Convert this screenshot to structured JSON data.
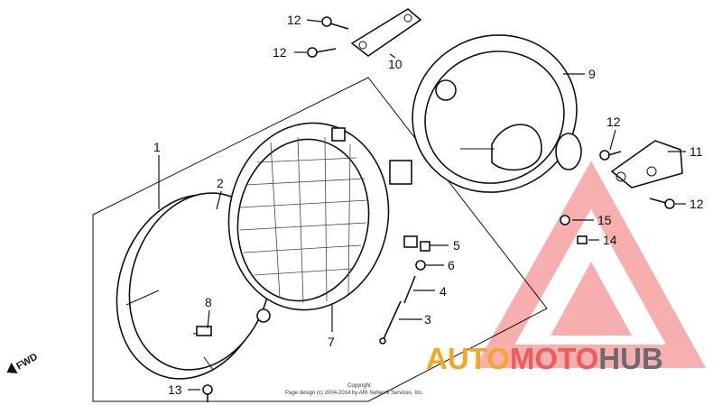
{
  "diagram": {
    "labels": {
      "part1": "1",
      "part2": "2",
      "part3": "3",
      "part4": "4",
      "part5": "5",
      "part6": "6",
      "part7": "7",
      "part8": "8",
      "part9": "9",
      "part10": "10",
      "part11": "11",
      "part12a": "12",
      "part12b": "12",
      "part12c": "12",
      "part12d": "12",
      "part13": "13",
      "part14": "14",
      "part15": "15"
    },
    "fwd": "FWD",
    "copyright": {
      "line1": "Copyright",
      "line2": "Page design (c) 2004-2014 by ARI Network Services, Inc."
    }
  },
  "watermark": {
    "auto": "AUTO",
    "moto": "MOTO",
    "hub": "HUB",
    "colors": {
      "auto": "#f5a623",
      "moto": "#ef5b5b",
      "hub": "#6b6b6b",
      "triangle": "#f26d6d"
    }
  }
}
